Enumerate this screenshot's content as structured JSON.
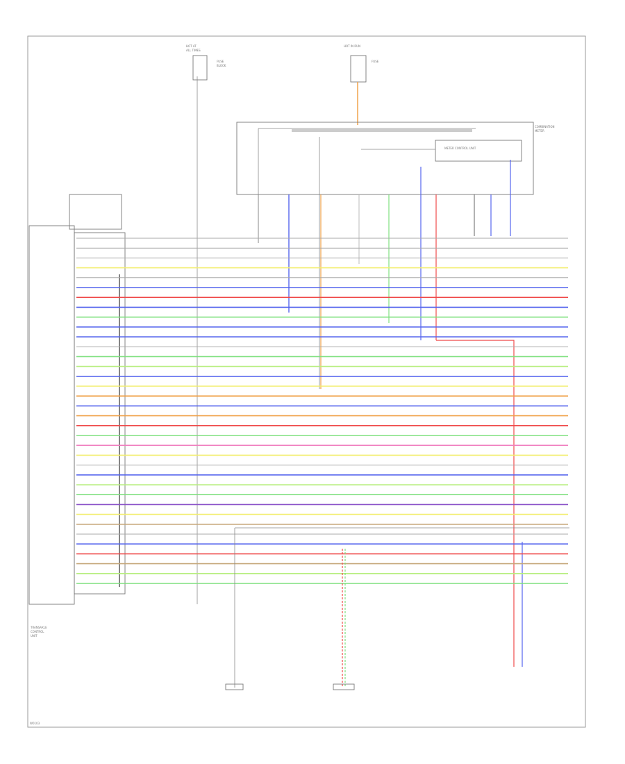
{
  "diagram": {
    "code": "W0103",
    "wire_colors": {
      "yellow": "#f2ee6e",
      "blue": "#5565ee",
      "green": "#7fe07f",
      "lime": "#b7ee7f",
      "red": "#ef4a4a",
      "pink": "#f080c0",
      "orange": "#f0a24a",
      "purple": "#8a52c8",
      "brown": "#c6a87a",
      "gray": "#aaaaaa",
      "dark": "#333333",
      "light_blue": "#9fb7f2"
    },
    "rows": [
      {
        "color": "gray",
        "name": "row-1"
      },
      {
        "color": "gray",
        "name": "row-2"
      },
      {
        "color": "gray",
        "name": "row-3"
      },
      {
        "color": "yellow",
        "name": "row-4"
      },
      {
        "color": "gray",
        "name": "row-5"
      },
      {
        "color": "blue",
        "name": "row-6"
      },
      {
        "color": "red",
        "name": "row-7"
      },
      {
        "color": "blue",
        "name": "row-8"
      },
      {
        "color": "green",
        "name": "row-9"
      },
      {
        "color": "blue",
        "name": "row-10"
      },
      {
        "color": "blue",
        "name": "row-11"
      },
      {
        "color": "gray",
        "name": "row-12"
      },
      {
        "color": "green",
        "name": "row-13"
      },
      {
        "color": "lime",
        "name": "row-14"
      },
      {
        "color": "blue",
        "name": "row-15"
      },
      {
        "color": "yellow",
        "name": "row-16"
      },
      {
        "color": "orange",
        "name": "row-17"
      },
      {
        "color": "blue",
        "name": "row-18"
      },
      {
        "color": "orange",
        "name": "row-19"
      },
      {
        "color": "red",
        "name": "row-20"
      },
      {
        "color": "green",
        "name": "row-21"
      },
      {
        "color": "pink",
        "name": "row-22"
      },
      {
        "color": "yellow",
        "name": "row-23"
      },
      {
        "color": "gray",
        "name": "row-24"
      },
      {
        "color": "blue",
        "name": "row-25"
      },
      {
        "color": "lime",
        "name": "row-26"
      },
      {
        "color": "green",
        "name": "row-27"
      },
      {
        "color": "purple",
        "name": "row-28"
      },
      {
        "color": "yellow",
        "name": "row-29"
      },
      {
        "color": "brown",
        "name": "row-30"
      },
      {
        "color": "gray",
        "name": "row-31"
      },
      {
        "color": "blue",
        "name": "row-32"
      },
      {
        "color": "red",
        "name": "row-33"
      },
      {
        "color": "brown",
        "name": "row-34"
      },
      {
        "color": "lime",
        "name": "row-35"
      },
      {
        "color": "green",
        "name": "row-36"
      }
    ]
  }
}
